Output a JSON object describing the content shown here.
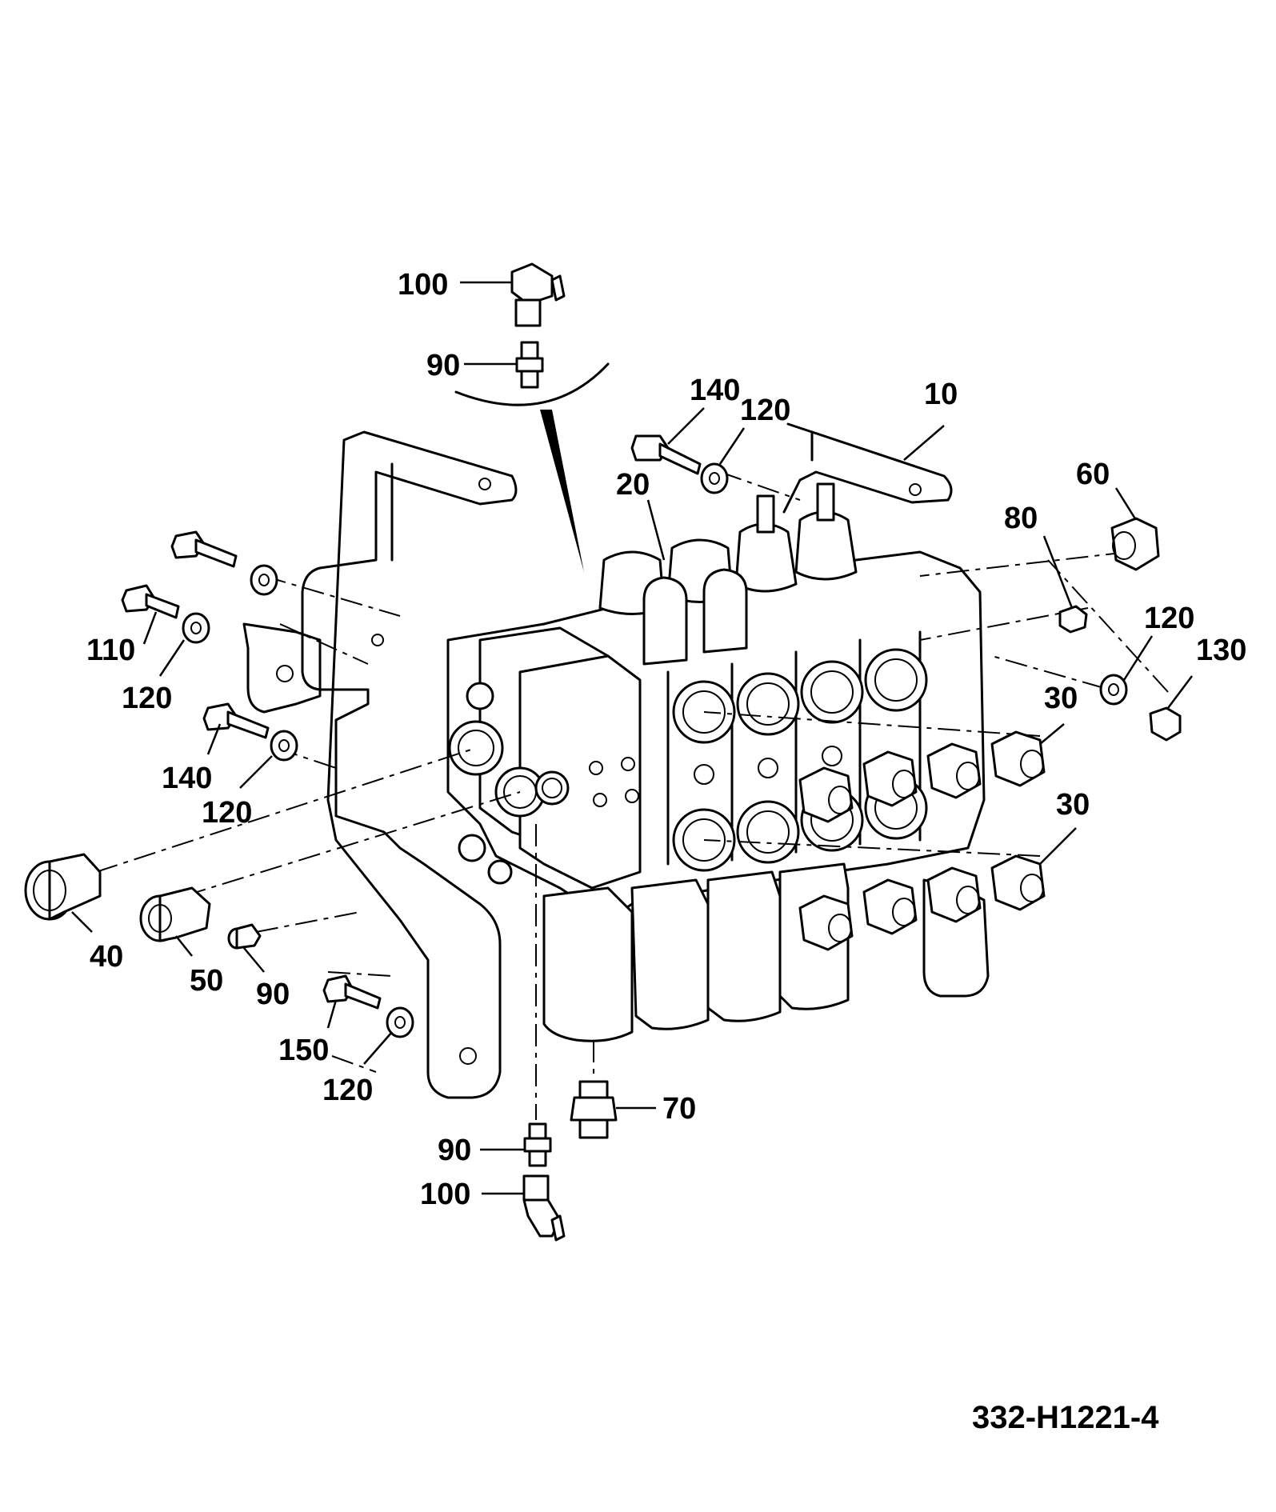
{
  "drawing_ref": "332-H1221-4",
  "callouts": {
    "c100_top": "100",
    "c90_top": "90",
    "c140_top": "140",
    "c120_top": "120",
    "c10": "10",
    "c20": "20",
    "c60": "60",
    "c80": "80",
    "c120_right": "120",
    "c130": "130",
    "c30_upper": "30",
    "c30_lower": "30",
    "c110": "110",
    "c120_left_a": "120",
    "c140_left": "140",
    "c120_left_b": "120",
    "c40": "40",
    "c50": "50",
    "c90_left": "90",
    "c150": "150",
    "c120_bottom": "120",
    "c70": "70",
    "c90_bottom": "90",
    "c100_bottom": "100"
  }
}
